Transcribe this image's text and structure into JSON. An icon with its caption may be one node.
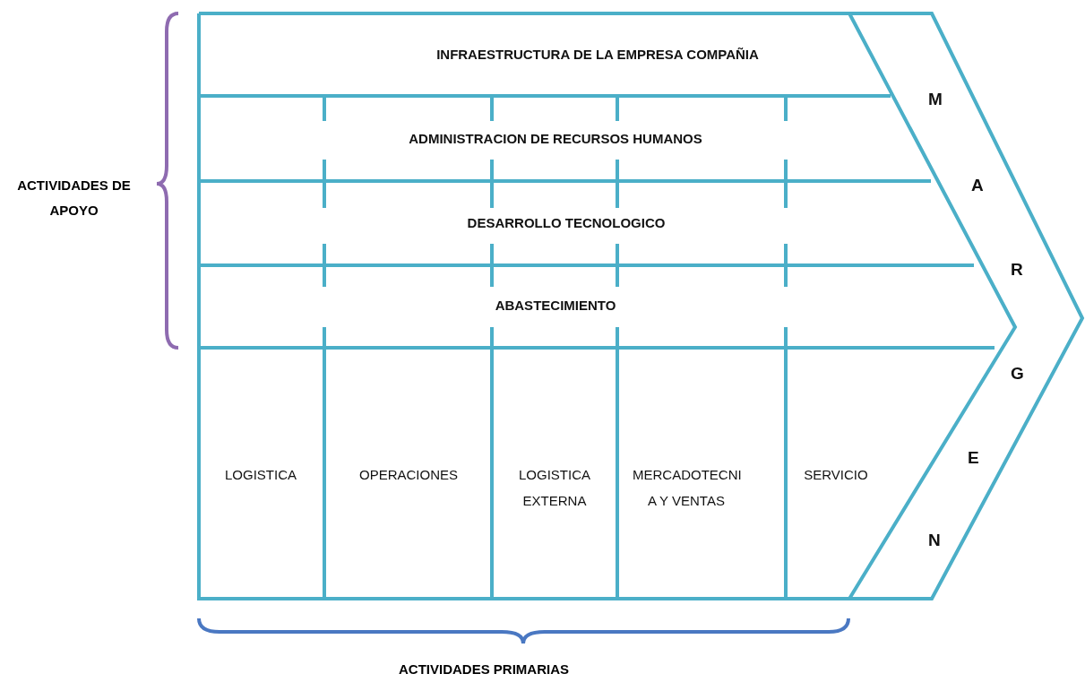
{
  "diagram": {
    "nodes": [
      {
        "text": [
          "INFRAESTRUCTURA DE LA EMPRESA COMPAÑIA"
        ]
      },
      {
        "text": [
          "ADMINISTRACION DE RECURSOS HUMANOS"
        ]
      },
      {
        "text": [
          "DESARROLLO TECNOLOGICO"
        ]
      },
      {
        "text": [
          "ABASTECIMIENTO"
        ]
      },
      {
        "text": [
          "LOGISTICA"
        ]
      },
      {
        "text": [
          "OPERACIONES"
        ]
      },
      {
        "text": [
          "LOGISTICA EXTERNA"
        ]
      },
      {
        "text": [
          "MERCADOTECNI A Y VENTAS"
        ]
      },
      {
        "text": [
          "SERVICIO"
        ]
      },
      {
        "text": [
          "M A R G E N"
        ]
      }
    ],
    "labels": [
      "ACTIVIDADES DE APOYO",
      "ACTIVIDADES PRIMARIAS"
    ]
  }
}
